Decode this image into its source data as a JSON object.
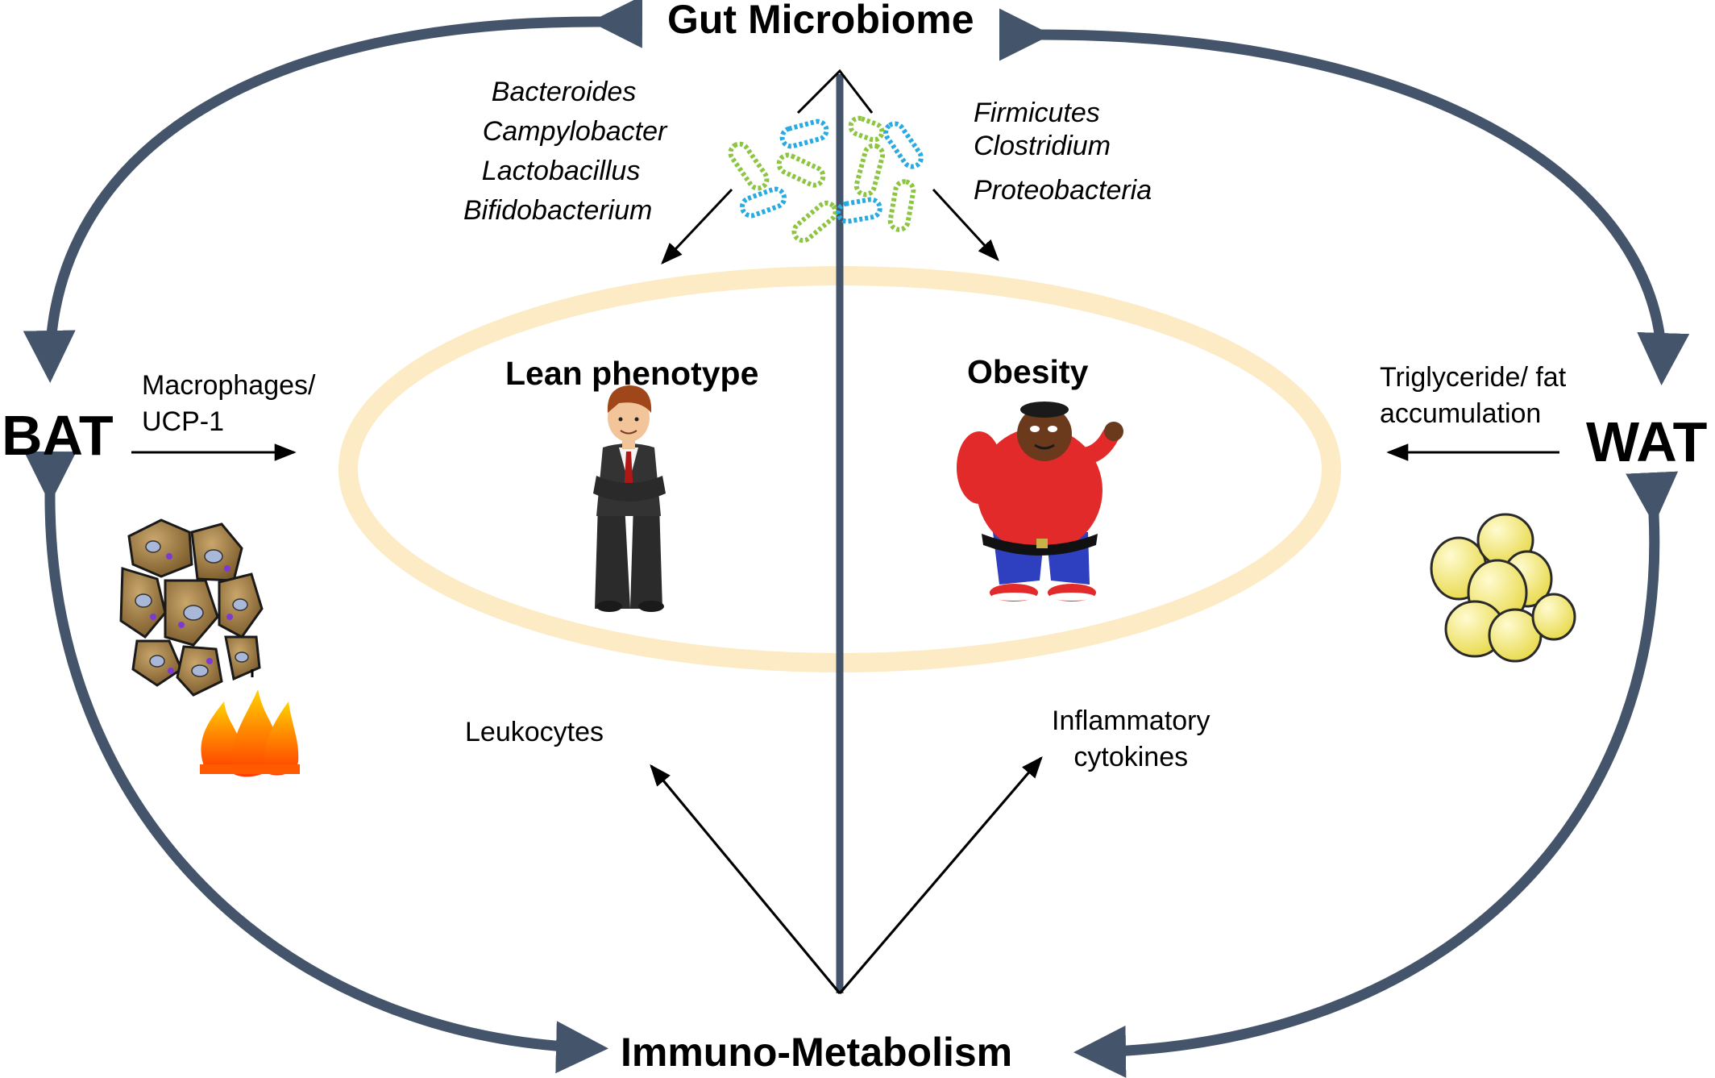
{
  "hubs": {
    "top": "Gut Microbiome",
    "bottom": "Immuno-Metabolism",
    "left": "BAT",
    "right": "WAT"
  },
  "lean_bacteria": [
    "Bacteroides",
    "Campylobacter",
    "Lactobacillus",
    "Bifidobacterium"
  ],
  "obese_bacteria": [
    "Firmicutes",
    "Clostridium",
    "Proteobacteria"
  ],
  "phenotypes": {
    "lean": "Lean phenotype",
    "obese": "Obesity"
  },
  "bat_label": [
    "Macrophages/",
    "UCP-1"
  ],
  "wat_label": [
    "Triglyceride/ fat",
    "accumulation"
  ],
  "immune_left": "Leukocytes",
  "immune_right": [
    "Inflammatory",
    "cytokines"
  ],
  "icons": {
    "bacteria": "bacteria-cluster-icon",
    "lean_person": "lean-man-figure",
    "obese_person": "obese-man-figure",
    "brown_fat": "brown-adipocyte-cluster",
    "fire": "flame-icon",
    "white_fat": "white-adipocyte-cluster"
  },
  "colors": {
    "cycle_arrows": "#44546a",
    "ellipse": "#fcebc4",
    "bacteria_green": "#8cc63f",
    "bacteria_blue": "#29abe2",
    "brown_fat": "#8a6a3a",
    "white_fat": "#f5e76a",
    "obese_shirt": "#e32a2a",
    "obese_pants": "#2e3fbf"
  }
}
